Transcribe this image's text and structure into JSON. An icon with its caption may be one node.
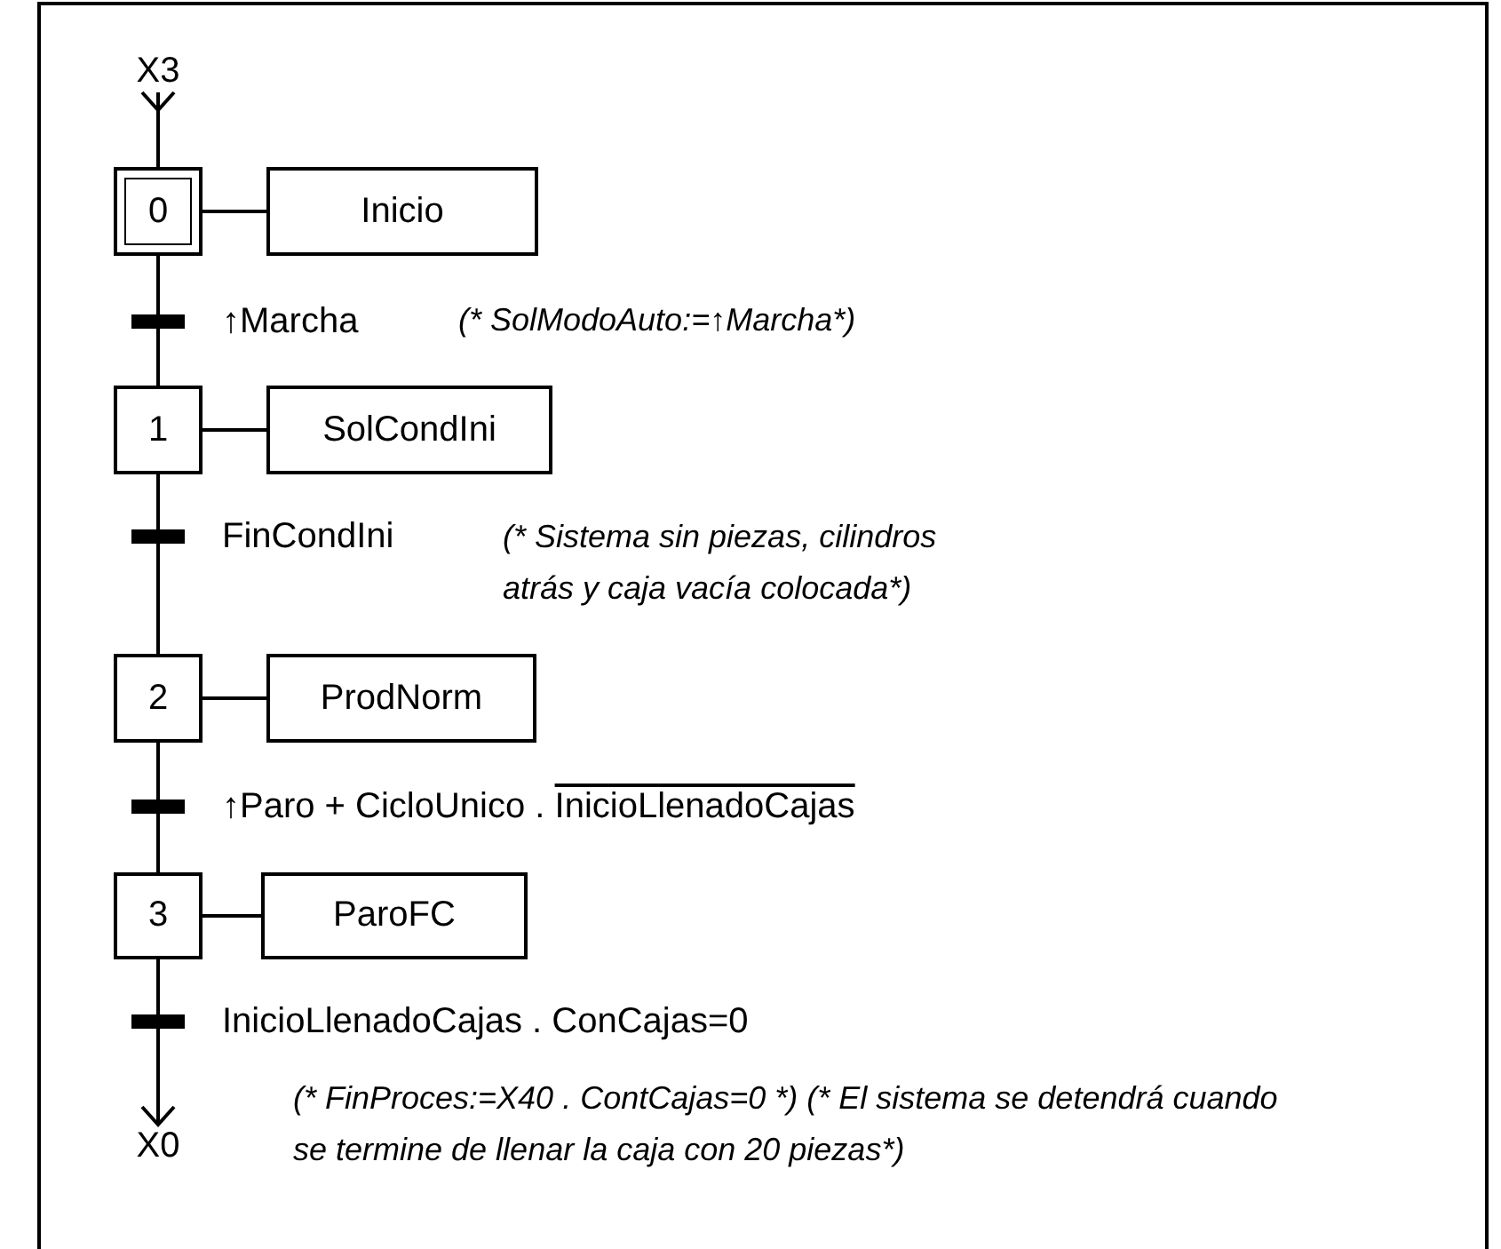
{
  "diagram": {
    "nodes": [
      {
        "text": [
          "X3"
        ]
      },
      {
        "text": [
          "0"
        ]
      },
      {
        "text": [
          "Inicio"
        ]
      },
      {
        "text": [
          "↑Marcha"
        ]
      },
      {
        "text": [
          "1"
        ]
      },
      {
        "text": [
          "SolCondIni"
        ]
      },
      {
        "text": [
          "FinCondIni"
        ]
      },
      {
        "text": [
          "2"
        ]
      },
      {
        "text": [
          "ProdNorm"
        ]
      },
      {
        "text": [
          "↑Paro + CicloUnico . InicioLlenadoCajas"
        ]
      },
      {
        "text": [
          "3"
        ]
      },
      {
        "text": [
          "ParoFC"
        ]
      },
      {
        "text": [
          "InicioLlenadoCajas . ConCajas=0"
        ]
      },
      {
        "text": [
          "X0"
        ]
      }
    ],
    "edges": [
      {
        "from": 0,
        "to": 1,
        "arrow": "other"
      },
      {
        "from": 1,
        "to": 2,
        "arrow": "none"
      },
      {
        "from": 1,
        "to": 3,
        "arrow": "none"
      },
      {
        "from": 3,
        "to": 4,
        "arrow": "none"
      },
      {
        "from": 4,
        "to": 5,
        "arrow": "none"
      },
      {
        "from": 4,
        "to": 6,
        "arrow": "none"
      },
      {
        "from": 6,
        "to": 7,
        "arrow": "none"
      },
      {
        "from": 7,
        "to": 8,
        "arrow": "none"
      },
      {
        "from": 7,
        "to": 9,
        "arrow": "none"
      },
      {
        "from": 9,
        "to": 10,
        "arrow": "none"
      },
      {
        "from": 10,
        "to": 11,
        "arrow": "none"
      },
      {
        "from": 10,
        "to": 12,
        "arrow": "none"
      },
      {
        "from": 12,
        "to": 13,
        "arrow": "to"
      }
    ],
    "labels": [
      "(* SolModoAuto:=↑Marcha*)",
      "(* Sistema sin piezas, cilindros atrás y caja vacía colocada*)",
      "(* FinProces:=X40 . ContCajas=0 *) (* El sistema se detendrá cuando se termine de llenar la caja con 20 piezas*)"
    ]
  }
}
